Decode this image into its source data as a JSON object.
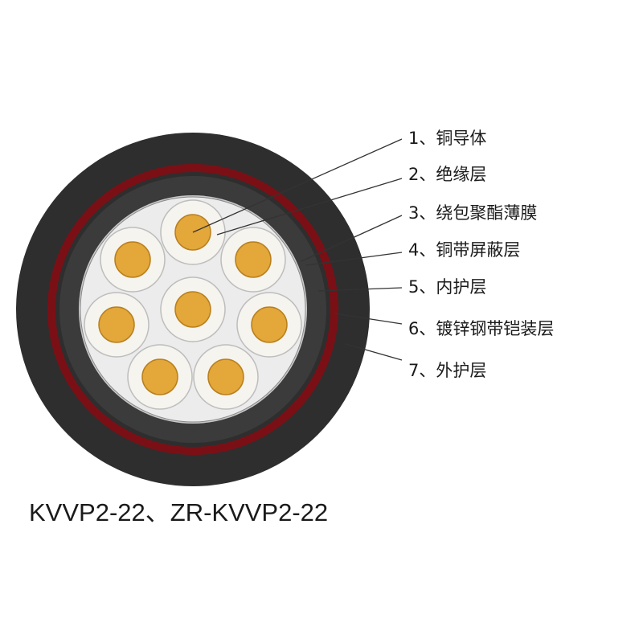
{
  "legend": [
    {
      "num": "1、",
      "label": "铜导体"
    },
    {
      "num": "2、",
      "label": "绝缘层"
    },
    {
      "num": "3、",
      "label": "绕包聚酯薄膜"
    },
    {
      "num": "4、",
      "label": "铜带屏蔽层"
    },
    {
      "num": "5、",
      "label": "内护层"
    },
    {
      "num": "6、",
      "label": "镀锌钢带铠装层"
    },
    {
      "num": "7、",
      "label": "外护层"
    }
  ],
  "model_caption": "KVVP2-22、ZR-KVVP2-22",
  "colors": {
    "outer_sheath": "#2e2e2e",
    "armor_tape": "#7a1016",
    "inner_sheath": "#3b3b3b",
    "shield_ring": "#c9c9c9",
    "filler": "#ececec",
    "insulation": "#f6f4ef",
    "insulation_edge": "#bdbdbd",
    "conductor": "#e3a73a",
    "conductor_edge": "#b87f1c",
    "leader_line": "#333333"
  }
}
